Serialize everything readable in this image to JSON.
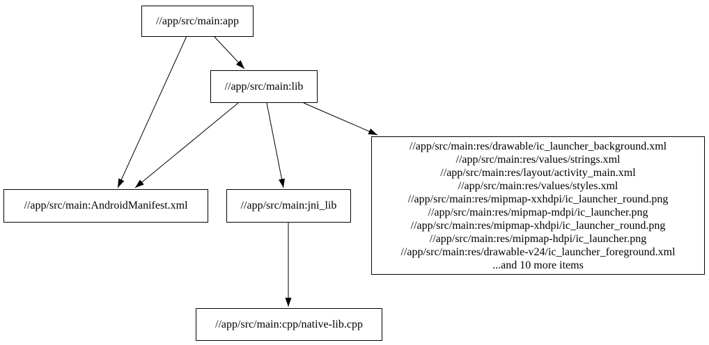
{
  "graph": {
    "kind": "directed-dependency-graph",
    "colors": {
      "background": "#ffffff",
      "node_fill": "#ffffff",
      "node_border": "#000000",
      "edge": "#000000",
      "text": "#000000"
    },
    "nodes": {
      "app": {
        "label": "//app/src/main:app"
      },
      "lib": {
        "label": "//app/src/main:lib"
      },
      "manifest": {
        "label": "//app/src/main:AndroidManifest.xml"
      },
      "jni_lib": {
        "label": "//app/src/main:jni_lib"
      },
      "res": {
        "lines": [
          "//app/src/main:res/drawable/ic_launcher_background.xml",
          "//app/src/main:res/values/strings.xml",
          "//app/src/main:res/layout/activity_main.xml",
          "//app/src/main:res/values/styles.xml",
          "//app/src/main:res/mipmap-xxhdpi/ic_launcher_round.png",
          "//app/src/main:res/mipmap-mdpi/ic_launcher.png",
          "//app/src/main:res/mipmap-xhdpi/ic_launcher_round.png",
          "//app/src/main:res/mipmap-hdpi/ic_launcher.png",
          "//app/src/main:res/drawable-v24/ic_launcher_foreground.xml",
          "...and 10 more items"
        ]
      },
      "native_lib": {
        "label": "//app/src/main:cpp/native-lib.cpp"
      }
    },
    "edges": [
      {
        "from": "app",
        "to": "lib"
      },
      {
        "from": "app",
        "to": "manifest"
      },
      {
        "from": "lib",
        "to": "manifest"
      },
      {
        "from": "lib",
        "to": "jni_lib"
      },
      {
        "from": "lib",
        "to": "res"
      },
      {
        "from": "jni_lib",
        "to": "native_lib"
      }
    ]
  }
}
